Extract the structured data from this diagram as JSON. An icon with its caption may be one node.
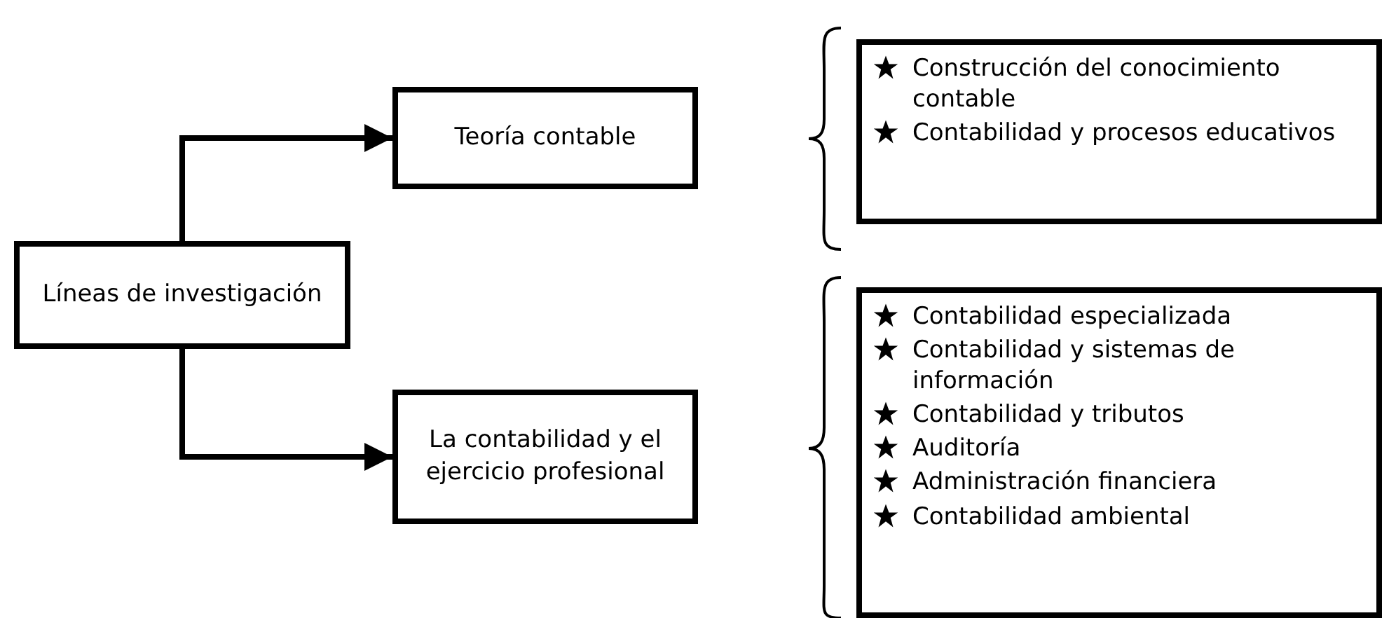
{
  "diagram": {
    "nodes": [
      {
        "text": [
          "Líneas de investigación"
        ]
      },
      {
        "text": [
          "Teoría contable"
        ]
      },
      {
        "text": [
          "La contabilidad y el ejercicio profesional"
        ]
      },
      {
        "text": [
          "Construcción del conocimiento contable",
          "Contabilidad y procesos educativos"
        ]
      },
      {
        "text": [
          "Contabilidad especializada",
          "Contabilidad y sistemas de información",
          "Contabilidad y tributos",
          "Auditoría",
          "Administración financiera",
          "Contabilidad ambiental"
        ]
      }
    ],
    "edges": [
      {
        "from": 0,
        "to": 1,
        "arrow": "to"
      },
      {
        "from": 0,
        "to": 2,
        "arrow": "to"
      }
    ]
  }
}
